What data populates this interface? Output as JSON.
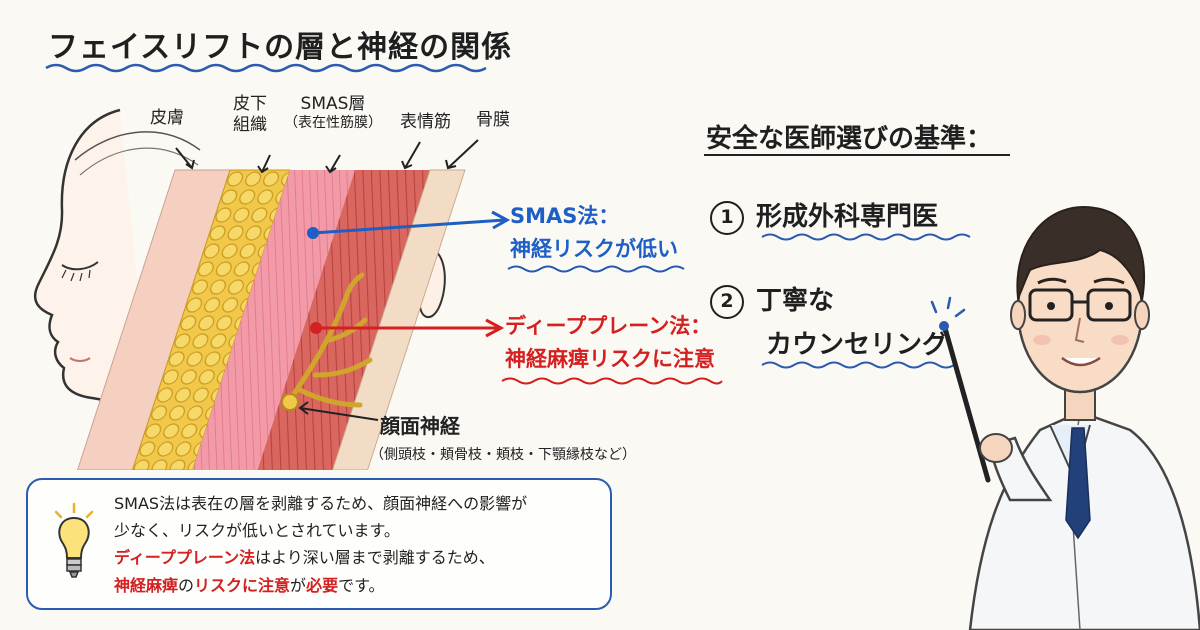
{
  "title": "フェイスリフトの層と神経の関係",
  "layers": [
    {
      "lines": [
        "皮膚"
      ]
    },
    {
      "lines": [
        "皮下",
        "組織"
      ]
    },
    {
      "lines": [
        "SMAS層",
        "（表在性筋膜）"
      ]
    },
    {
      "lines": [
        "表情筋"
      ]
    },
    {
      "lines": [
        "骨膜"
      ]
    }
  ],
  "smas_callout": {
    "line1": "SMAS法：",
    "line2": "神経リスクが低い"
  },
  "deep_callout": {
    "line1": "ディーププレーン法：",
    "line2": "神経麻痺リスクに注意"
  },
  "nerve": {
    "label": "顔面神経",
    "sub": "（側頭枝・頬骨枝・頬枝・下顎縁枝など）"
  },
  "info": {
    "line1": "SMAS法は表在の層を剥離するため、顔面神経への影響が",
    "line2": "少なく、リスクが低いとされています。",
    "line3_red": "ディーププレーン法",
    "line3_rest": "はより深い層まで剥離するため、",
    "line4_red1": "神経麻痺",
    "line4_mid": "の",
    "line4_red2": "リスクに注意",
    "line4_mid2": "が",
    "line4_red3": "必要",
    "line4_end": "です。"
  },
  "criteria": {
    "title": "安全な医師選びの基準：",
    "item1": {
      "num": "1",
      "text": "形成外科専門医"
    },
    "item2": {
      "num": "2",
      "line1": "丁寧な",
      "line2": "カウンセリング"
    }
  },
  "colors": {
    "blue": "#1d5fc4",
    "red": "#d42020",
    "box_border": "#2b5bb0"
  }
}
